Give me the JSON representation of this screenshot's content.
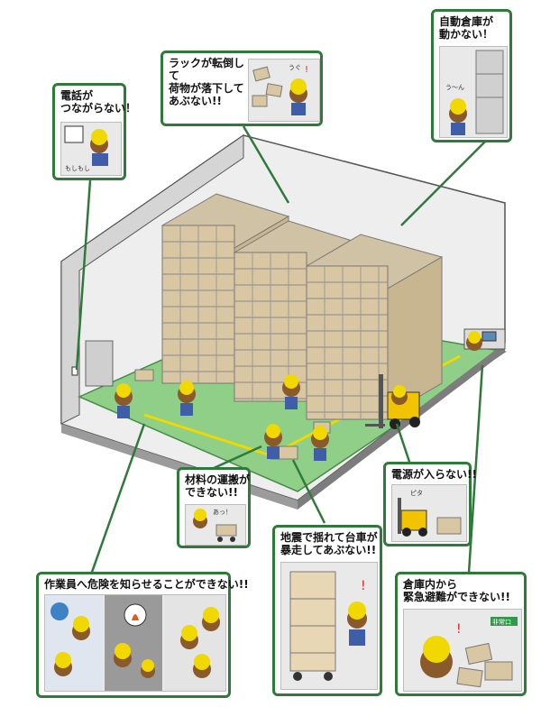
{
  "callouts": {
    "auto_warehouse": {
      "line1": "自動倉庫が",
      "line2": "動かない！"
    },
    "rack_collapse": {
      "line1": "ラックが転倒して",
      "line2": "荷物が落下して",
      "line3": "あぶない!!"
    },
    "phone": {
      "line1": "電話が",
      "line2": "つながらない！"
    },
    "material_transport": {
      "line1": "材料の運搬が",
      "line2": "できない!!"
    },
    "power": {
      "line1": "電源が入らない!!"
    },
    "cart_runaway": {
      "line1": "地震で揺れて台車が",
      "line2": "暴走してあぶない!!"
    },
    "worker_warning": {
      "line1": "作業員へ危険を知らせることができない!!"
    },
    "evacuation": {
      "line1": "倉庫内から",
      "line2": "緊急避難ができない!!"
    }
  },
  "small_text": {
    "moshimoshi": "もしもし",
    "ugo_rack": "うぐ",
    "ugo_auto": "う〜ん",
    "aa": "あっ！",
    "pita": "ピタ",
    "hijouguchi": "非常口"
  },
  "colors": {
    "frame_green": "#2f7a3a",
    "floor_green": "#8fcf88",
    "wall_gray": "#e4e4e4",
    "rack_gray": "#8a8a8a",
    "box_tan": "#d9c7a3",
    "safety_yellow": "#f1d800",
    "forklift_yellow": "#f2c300",
    "monkey_brown": "#8a5a2b"
  }
}
